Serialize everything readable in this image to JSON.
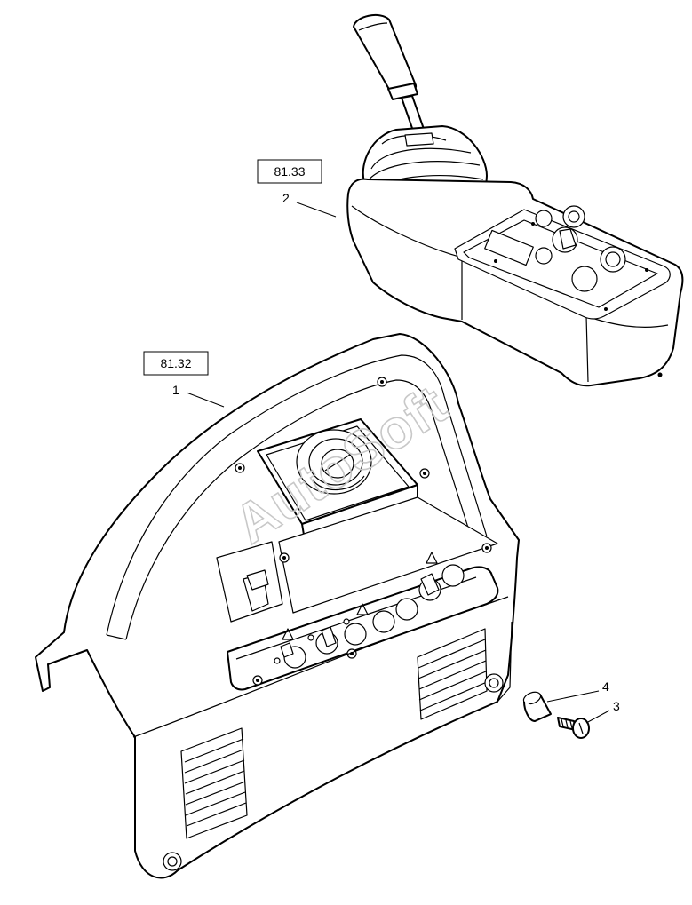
{
  "parts": [
    {
      "ref": "81.33",
      "item": "2"
    },
    {
      "ref": "81.32",
      "item": "1"
    }
  ],
  "callouts": [
    "3",
    "4"
  ],
  "watermark": "AutoSoft"
}
